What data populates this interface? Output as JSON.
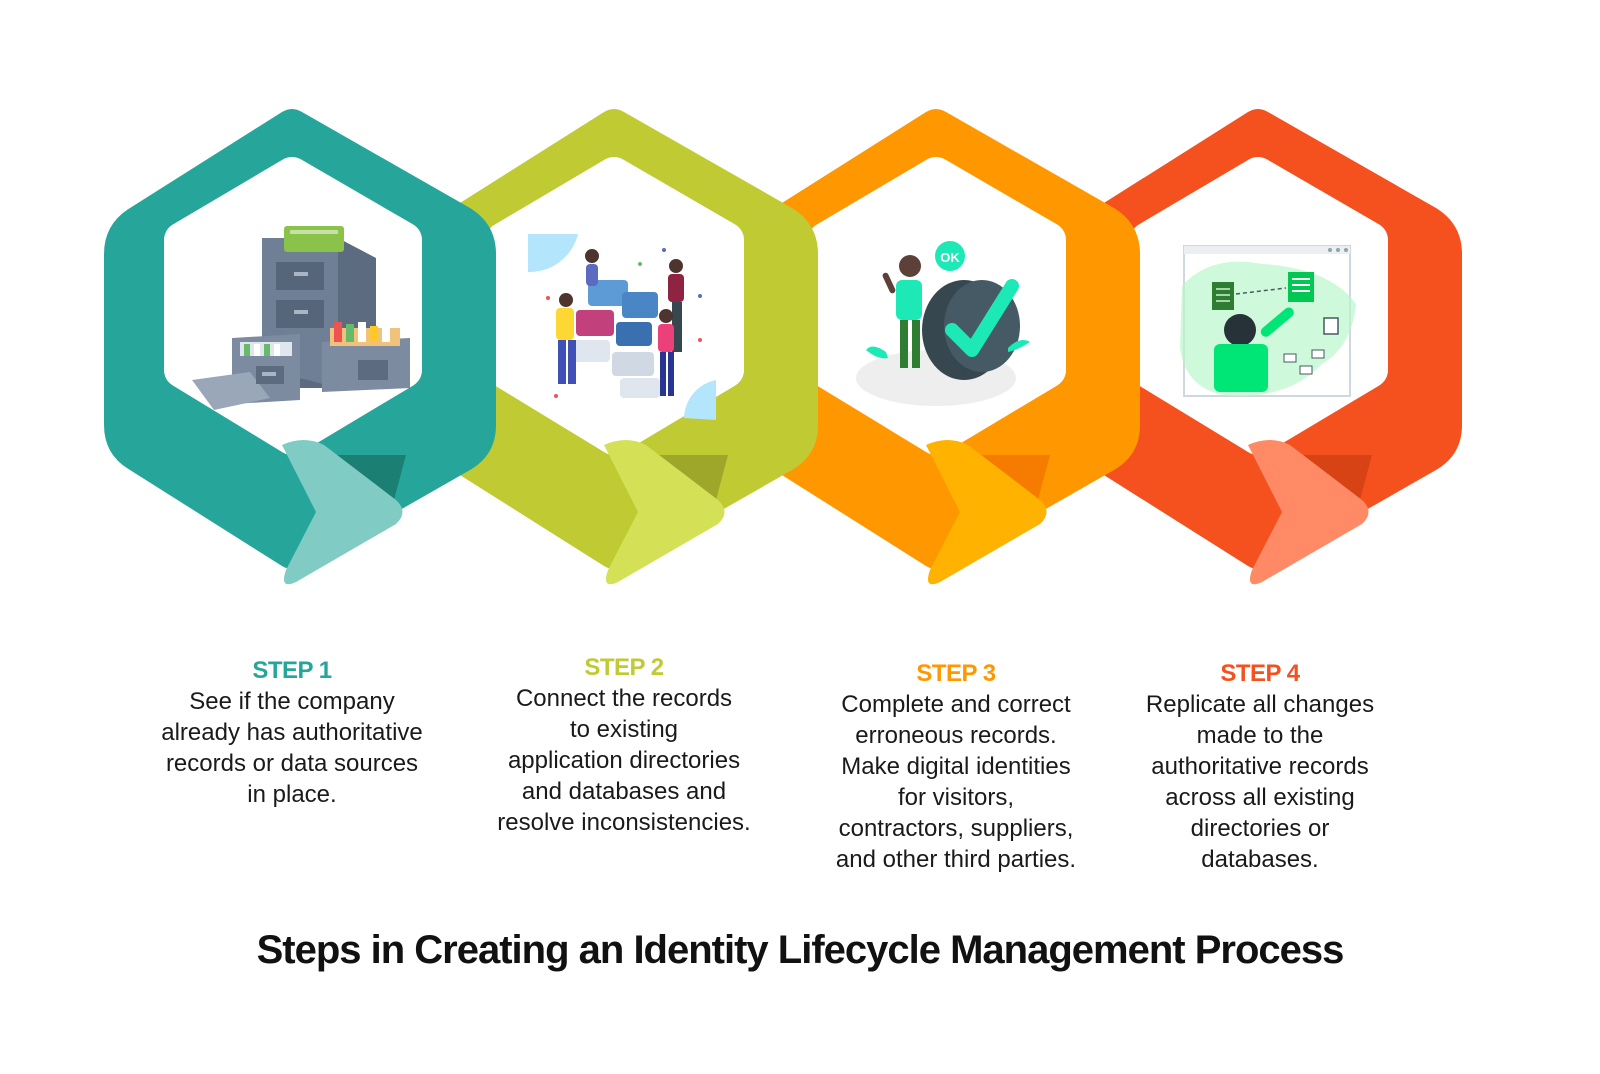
{
  "title": "Steps in Creating an Identity Lifecycle Management Process",
  "steps": [
    {
      "label": "STEP 1",
      "description": "See if the company\nalready has authoritative\nrecords or data sources\nin place.",
      "color": "#26a69a",
      "arrow_color": "#80cbc4",
      "shadow_color": "#1b7f74",
      "illustration": "filing-cabinet-icon"
    },
    {
      "label": "STEP 2",
      "description": "Connect the records\nto existing\napplication directories\nand databases and\nresolve inconsistencies.",
      "color": "#c0ca33",
      "arrow_color": "#d4e157",
      "shadow_color": "#9ea72a",
      "illustration": "puzzle-team-icon"
    },
    {
      "label": "STEP 3",
      "description": "Complete and correct\nerroneous records.\nMake digital identities\nfor visitors,\ncontractors, suppliers,\nand other third parties.",
      "color": "#ff9800",
      "arrow_color": "#ffb300",
      "shadow_color": "#f57c00",
      "illustration": "checkmark-person-icon"
    },
    {
      "label": "STEP 4",
      "description": "Replicate all changes\nmade to the\nauthoritative records\nacross all existing\ndirectories or\ndatabases.",
      "color": "#f4511e",
      "arrow_color": "#ff8a65",
      "shadow_color": "#d84315",
      "illustration": "document-sync-icon"
    }
  ],
  "illustration_labels": {
    "ok_badge": "OK"
  }
}
